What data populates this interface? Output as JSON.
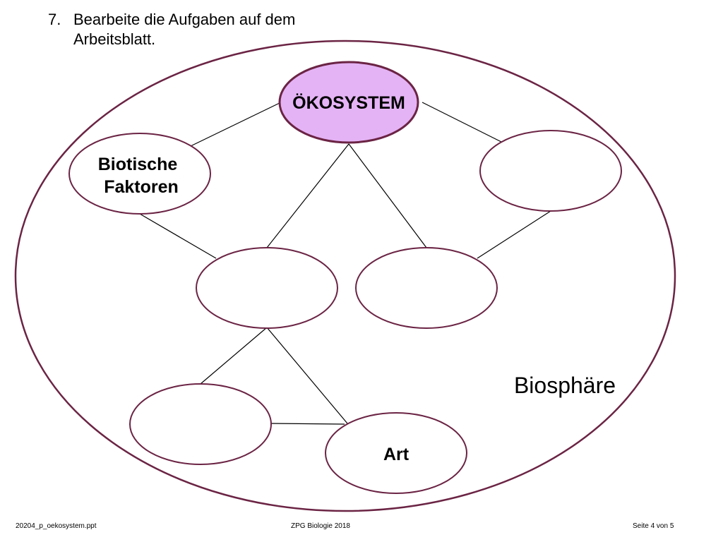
{
  "task": {
    "number": "7.",
    "text": "Bearbeite die Aufgaben auf dem Arbeitsblatt."
  },
  "diagram": {
    "biosphere_label": "Biosphäre",
    "nodes": {
      "oekosystem": {
        "label": "ÖKOSYSTEM"
      },
      "biotische_faktoren": {
        "line1": "Biotische",
        "line2": "Faktoren"
      },
      "abiotische_faktoren": {
        "label": ""
      },
      "mitte_links": {
        "label": ""
      },
      "mitte_rechts": {
        "label": ""
      },
      "unten_links": {
        "label": ""
      },
      "art": {
        "label": "Art"
      }
    },
    "colors": {
      "outline": "#6b2444",
      "highlight_fill": "#e4b3f5",
      "line": "#000000"
    }
  },
  "footer": {
    "left": "20204_p_oekosystem.ppt",
    "center": "ZPG Biologie 2018",
    "right": "Seite 4 von 5"
  }
}
